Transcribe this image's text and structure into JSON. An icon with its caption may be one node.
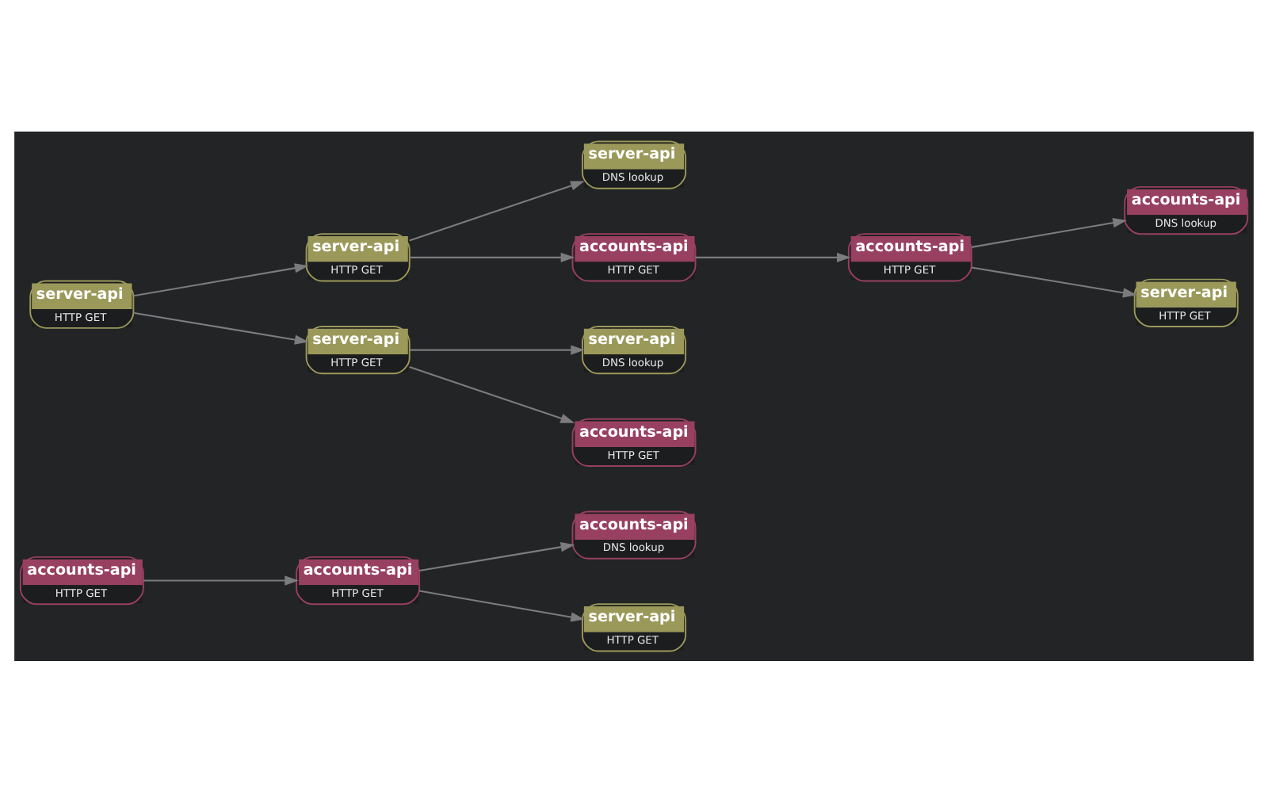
{
  "diagram": {
    "nodes": [
      {
        "text": [
          "server-api",
          "HTTP GET"
        ]
      },
      {
        "text": [
          "server-api",
          "HTTP GET"
        ]
      },
      {
        "text": [
          "server-api",
          "DNS lookup"
        ]
      },
      {
        "text": [
          "accounts-api",
          "HTTP GET"
        ]
      },
      {
        "text": [
          "accounts-api",
          "HTTP GET"
        ]
      },
      {
        "text": [
          "accounts-api",
          "DNS lookup"
        ]
      },
      {
        "text": [
          "server-api",
          "HTTP GET"
        ]
      },
      {
        "text": [
          "server-api",
          "HTTP GET"
        ]
      },
      {
        "text": [
          "server-api",
          "DNS lookup"
        ]
      },
      {
        "text": [
          "accounts-api",
          "HTTP GET"
        ]
      },
      {
        "text": [
          "accounts-api",
          "HTTP GET"
        ]
      },
      {
        "text": [
          "accounts-api",
          "HTTP GET"
        ]
      },
      {
        "text": [
          "accounts-api",
          "DNS lookup"
        ]
      },
      {
        "text": [
          "server-api",
          "HTTP GET"
        ]
      }
    ],
    "edges": [
      {
        "from": 0,
        "to": 1,
        "arrow": "to"
      },
      {
        "from": 0,
        "to": 7,
        "arrow": "to"
      },
      {
        "from": 1,
        "to": 2,
        "arrow": "to"
      },
      {
        "from": 1,
        "to": 3,
        "arrow": "to"
      },
      {
        "from": 3,
        "to": 4,
        "arrow": "to"
      },
      {
        "from": 4,
        "to": 5,
        "arrow": "to"
      },
      {
        "from": 4,
        "to": 6,
        "arrow": "to"
      },
      {
        "from": 7,
        "to": 8,
        "arrow": "to"
      },
      {
        "from": 7,
        "to": 9,
        "arrow": "to"
      },
      {
        "from": 10,
        "to": 11,
        "arrow": "to"
      },
      {
        "from": 11,
        "to": 12,
        "arrow": "to"
      },
      {
        "from": 11,
        "to": 13,
        "arrow": "to"
      }
    ]
  }
}
